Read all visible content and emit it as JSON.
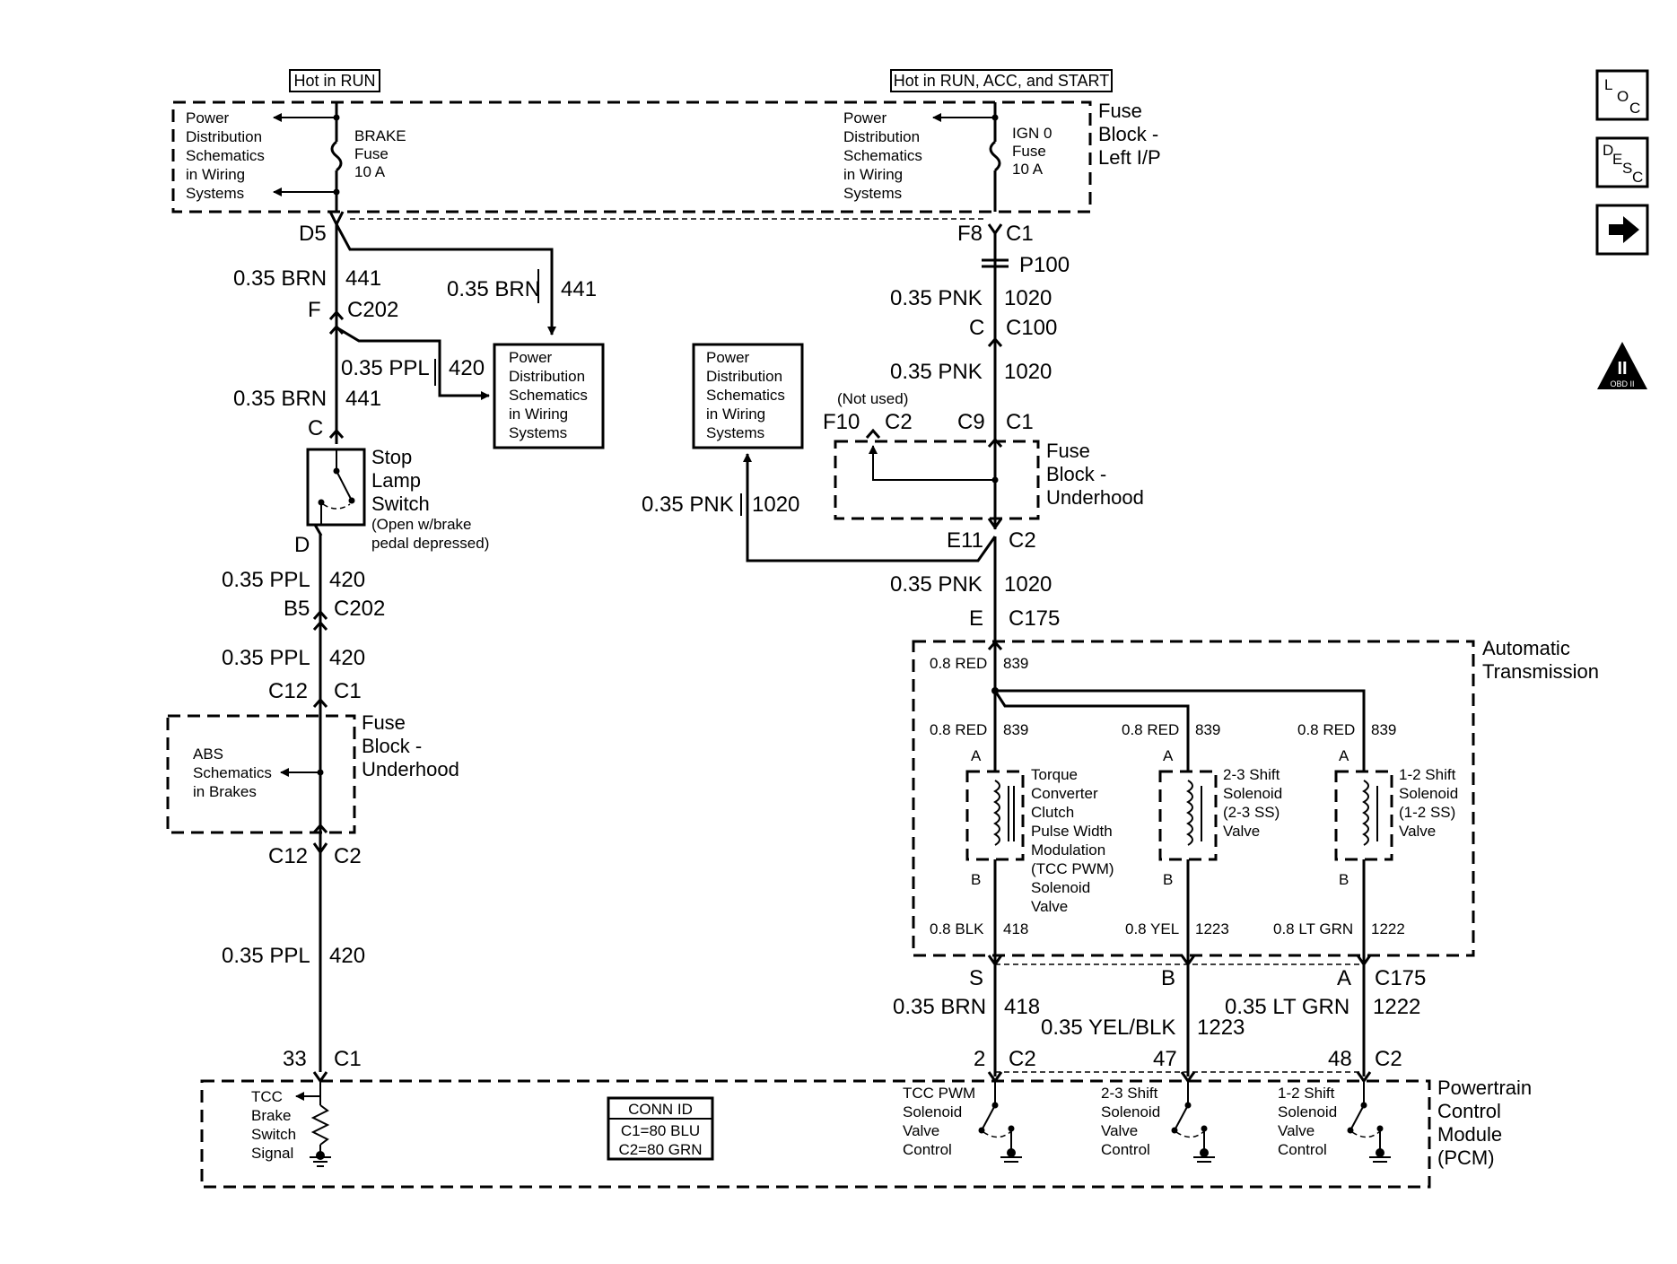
{
  "hot_labels": {
    "hot_run": "Hot in RUN",
    "hot_run_acc_start": "Hot in RUN, ACC, and START"
  },
  "fuse_block_left": {
    "name1": "Fuse",
    "name2": "Block -",
    "name3": "Left I/P"
  },
  "pds_lines": [
    "Power",
    "Distribution",
    "Schematics",
    "in Wiring",
    "Systems"
  ],
  "brake_fuse": {
    "l1": "BRAKE",
    "l2": "Fuse",
    "l3": "10 A"
  },
  "ign_fuse": {
    "l1": "IGN 0",
    "l2": "Fuse",
    "l3": "10 A"
  },
  "left_wires": {
    "d5": "D5",
    "w1_gauge": "0.35 BRN",
    "w1_circuit": "441",
    "w2_gauge": "0.35 BRN",
    "w2_circuit": "441",
    "f": "F",
    "c202": "C202",
    "ppl_gauge": "0.35 PPL",
    "ppl_circuit": "420",
    "w3_gauge": "0.35 BRN",
    "w3_circuit": "441",
    "c": "C",
    "d": "D",
    "w4_gauge": "0.35 PPL",
    "w4_circuit": "420",
    "b5": "B5",
    "c202b": "C202",
    "w5_gauge": "0.35 PPL",
    "w5_circuit": "420",
    "c12a": "C12",
    "c1a": "C1",
    "c12b": "C12",
    "c2b": "C2",
    "w6_gauge": "0.35 PPL",
    "w6_circuit": "420",
    "pin33": "33",
    "c1c": "C1"
  },
  "stop_lamp": {
    "l1": "Stop",
    "l2": "Lamp",
    "l3": "Switch",
    "n1": "(Open w/brake",
    "n2": "pedal depressed)"
  },
  "fuse_block_under": {
    "l1": "Fuse",
    "l2": "Block -",
    "l3": "Underhood"
  },
  "abs": {
    "l1": "ABS",
    "l2": "Schematics",
    "l3": "in Brakes"
  },
  "right_wires": {
    "f8": "F8",
    "c1": "C1",
    "p100": "P100",
    "w1_gauge": "0.35 PNK",
    "w1_circuit": "1020",
    "c": "C",
    "c100": "C100",
    "w2_gauge": "0.35 PNK",
    "w2_circuit": "1020",
    "not_used": "(Not used)",
    "f10": "F10",
    "c2": "C2",
    "c9": "C9",
    "c1b": "C1",
    "w3_gauge": "0.35 PNK",
    "w3_circuit": "1020",
    "e11": "E11",
    "c2b": "C2",
    "w4_gauge": "0.35 PNK",
    "w4_circuit": "1020",
    "e": "E",
    "c175": "C175"
  },
  "auto_trans": {
    "l1": "Automatic",
    "l2": "Transmission",
    "red_gauge": "0.8 RED",
    "red_circuit": "839",
    "a": "A",
    "b": "B",
    "tcc": [
      "Torque",
      "Converter",
      "Clutch",
      "Pulse Width",
      "Modulation",
      "(TCC PWM)",
      "Solenoid",
      "Valve"
    ],
    "ss23": [
      "2-3 Shift",
      "Solenoid",
      "(2-3 SS)",
      "Valve"
    ],
    "ss12": [
      "1-2 Shift",
      "Solenoid",
      "(1-2 SS)",
      "Valve"
    ],
    "blk_gauge": "0.8 BLK",
    "blk_circuit": "418",
    "yel_gauge": "0.8 YEL",
    "yel_circuit": "1223",
    "ltgrn_gauge": "0.8 LT GRN",
    "ltgrn_circuit": "1222"
  },
  "bottom_wires": {
    "s": "S",
    "b": "B",
    "a": "A",
    "c175": "C175",
    "brn_gauge": "0.35 BRN",
    "brn_circuit": "418",
    "yelblk_gauge": "0.35 YEL/BLK",
    "yelblk_circuit": "1223",
    "ltgrn_gauge": "0.35 LT GRN",
    "ltgrn_circuit": "1222",
    "pin2": "2",
    "c2a": "C2",
    "pin47": "47",
    "pin48": "48",
    "c2b": "C2"
  },
  "pcm": {
    "l1": "Powertrain",
    "l2": "Control",
    "l3": "Module",
    "l4": "(PCM)",
    "tcc_brake": [
      "TCC",
      "Brake",
      "Switch",
      "Signal"
    ],
    "tcc_pwm": [
      "TCC PWM",
      "Solenoid",
      "Valve",
      "Control"
    ],
    "ss23": [
      "2-3 Shift",
      "Solenoid",
      "Valve",
      "Control"
    ],
    "ss12": [
      "1-2 Shift",
      "Solenoid",
      "Valve",
      "Control"
    ]
  },
  "conn_id": {
    "title": "CONN ID",
    "c1": "C1=80 BLU",
    "c2": "C2=80 GRN"
  },
  "nav": {
    "loc_l": "L",
    "loc_o": "O",
    "loc_c": "C",
    "desc_d": "D",
    "desc_e": "E",
    "desc_s": "S",
    "desc_c": "C",
    "obd": "OBD II",
    "obd_roman": "II"
  }
}
